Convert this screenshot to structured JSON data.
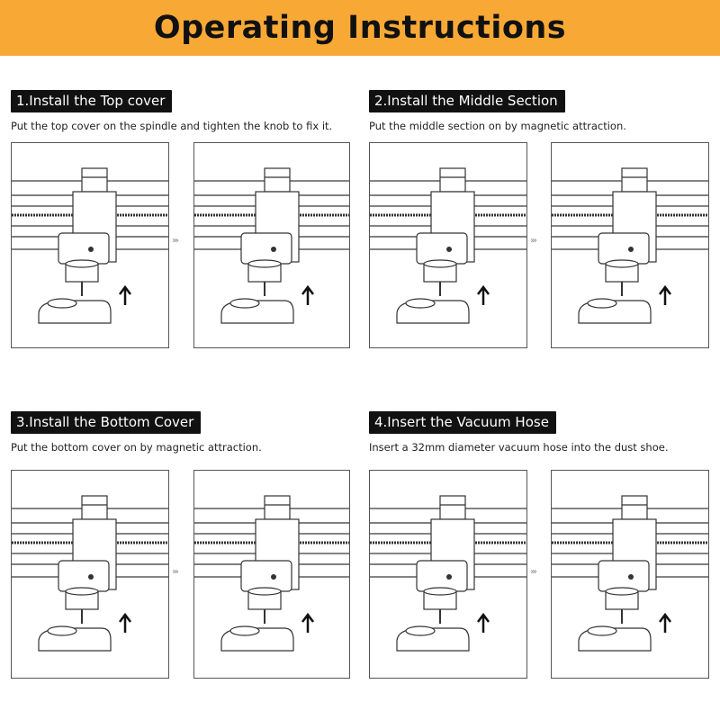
{
  "header": {
    "title": "Operating Instructions"
  },
  "steps": [
    {
      "title": "1.Install the Top cover",
      "desc": "Put the top cover on the spindle and tighten the knob to fix it."
    },
    {
      "title": "2.Install the Middle Section",
      "desc": "Put the middle section on by magnetic attraction."
    },
    {
      "title": "3.Install the Bottom Cover",
      "desc": "Put the bottom cover on by magnetic attraction."
    },
    {
      "title": "4.Insert the Vacuum Hose",
      "desc": "Insert a 32mm diameter vacuum hose into the dust shoe."
    }
  ],
  "arrow_glyph": "›››",
  "colors": {
    "banner": "#f8a935",
    "label_bg": "#111111",
    "text": "#222222"
  }
}
